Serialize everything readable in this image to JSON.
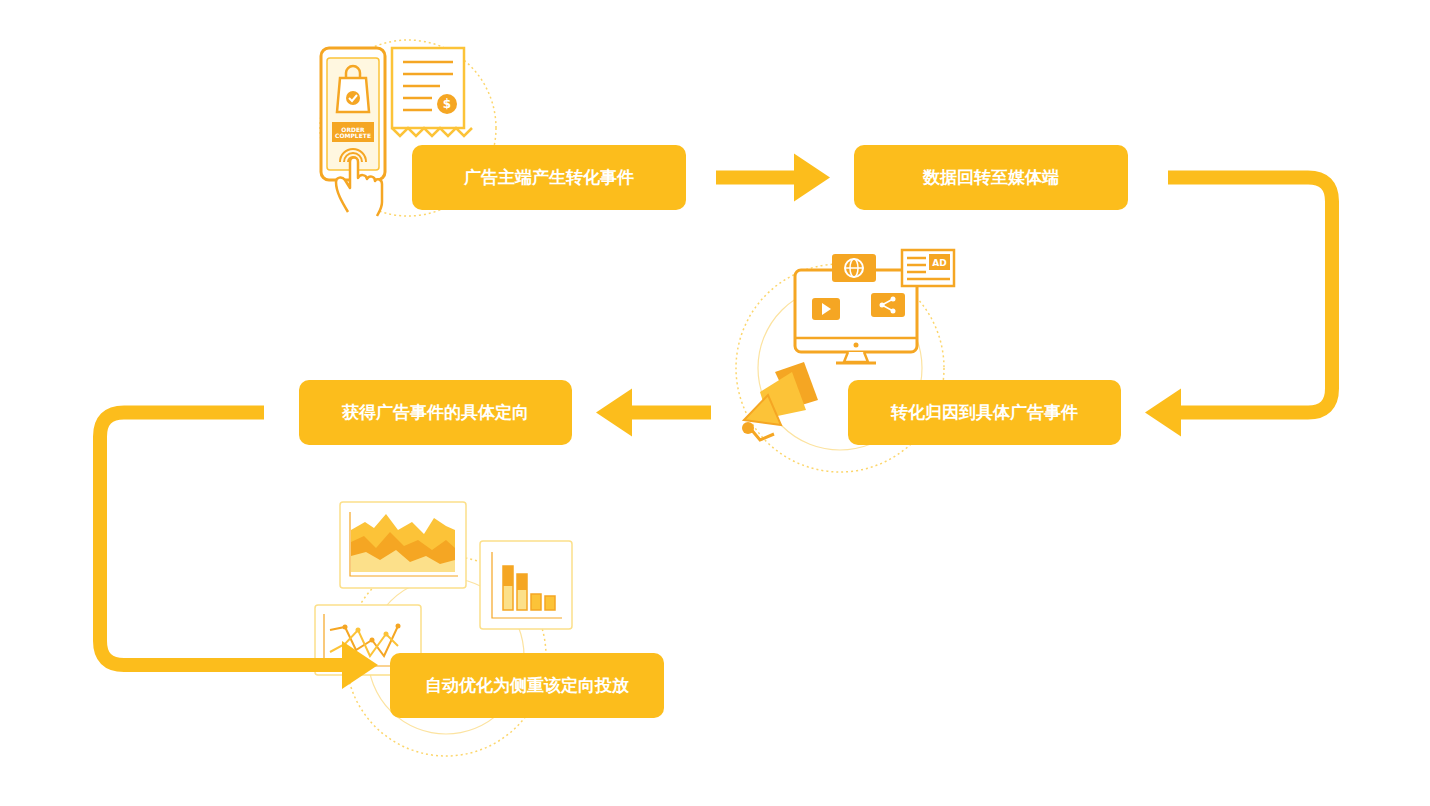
{
  "diagram": {
    "nodes": [
      {
        "text": [
          "广告主端产生转化事件"
        ]
      },
      {
        "text": [
          "数据回转至媒体端"
        ]
      },
      {
        "text": [
          "转化归因到具体广告事件"
        ]
      },
      {
        "text": [
          "获得广告事件的具体定向"
        ]
      },
      {
        "text": [
          "自动优化为侧重该定向投放"
        ]
      }
    ],
    "edges": [
      {
        "from": 0,
        "to": 1,
        "arrow": "to"
      },
      {
        "from": 1,
        "to": 2,
        "arrow": "to"
      },
      {
        "from": 2,
        "to": 3,
        "arrow": "to"
      },
      {
        "from": 3,
        "to": 4,
        "arrow": "to"
      }
    ],
    "labels": [
      "ORDER COMPLETE",
      "$",
      "AD"
    ]
  }
}
